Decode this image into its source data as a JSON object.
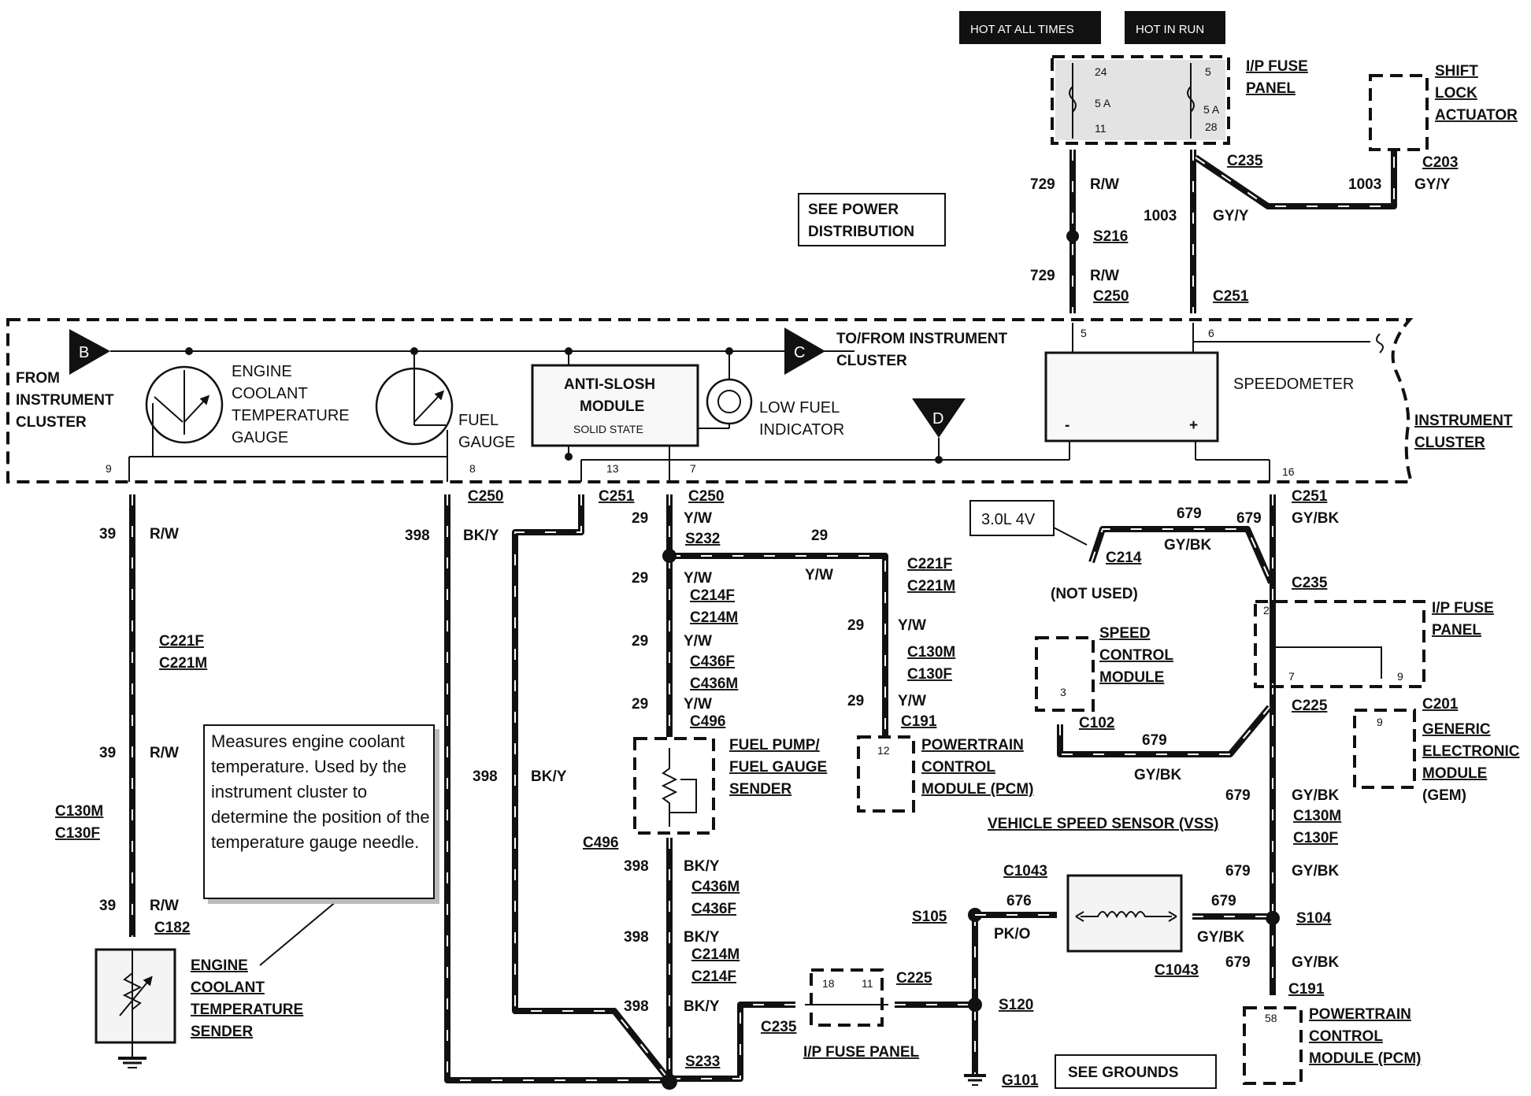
{
  "headers": {
    "hot_at_all_times": "HOT AT ALL TIMES",
    "hot_in_run": "HOT IN RUN"
  },
  "ip_fuse_panel_top": {
    "title_line1": "I/P FUSE",
    "title_line2": "PANEL",
    "fuse_left": {
      "top_pin": "24",
      "rating": "5 A",
      "bottom_pin": "11"
    },
    "fuse_right": {
      "top_pin": "5",
      "rating": "5 A",
      "bottom_pin": "28"
    }
  },
  "shift_lock": {
    "line1": "SHIFT",
    "line2": "LOCK",
    "line3": "ACTUATOR",
    "connector": "C203",
    "circuit": "1003",
    "color": "GY/Y"
  },
  "see_power": {
    "line1": "SEE POWER",
    "line2": "DISTRIBUTION"
  },
  "upper_wires": {
    "c235": "C235",
    "w729_a": "729",
    "rw_a": "R/W",
    "s216": "S216",
    "w729_b": "729",
    "rw_b": "R/W",
    "c250": "C250",
    "w1003": "1003",
    "gyy": "GY/Y",
    "c251": "C251"
  },
  "cluster": {
    "marker_b": "B",
    "marker_c": "C",
    "marker_d": "D",
    "from_line1": "FROM",
    "from_line2": "INSTRUMENT",
    "from_line3": "CLUSTER",
    "to_from_line1": "TO/FROM INSTRUMENT",
    "to_from_line2": "CLUSTER",
    "ect_gauge": [
      "ENGINE",
      "COOLANT",
      "TEMPERATURE",
      "GAUGE"
    ],
    "fuel_gauge": [
      "FUEL",
      "GAUGE"
    ],
    "anti_slosh": [
      "ANTI-SLOSH",
      "MODULE",
      "SOLID STATE"
    ],
    "low_fuel": [
      "LOW FUEL",
      "INDICATOR"
    ],
    "speedometer": "SPEEDOMETER",
    "speedo_minus": "-",
    "speedo_plus": "+",
    "cluster_label": [
      "INSTRUMENT",
      "CLUSTER"
    ],
    "pins": {
      "p9": "9",
      "p8": "8",
      "p13": "13",
      "p7": "7",
      "p16": "16",
      "p5": "5",
      "p6": "6"
    }
  },
  "ect_circuit": {
    "w39a": "39",
    "rw_a": "R/W",
    "c221f": "C221F",
    "c221m": "C221M",
    "w39b": "39",
    "rw_b": "R/W",
    "c130m": "C130M",
    "c130f": "C130F",
    "w39c": "39",
    "rw_c": "R/W",
    "c182": "C182",
    "sender": [
      "ENGINE",
      "COOLANT",
      "TEMPERATURE",
      "SENDER"
    ]
  },
  "note": "Measures engine coolant temperature.  Used by the instrument cluster to determine the position of the temperature gauge needle.",
  "fuel_circuit": {
    "c250": "C250",
    "w398a": "398",
    "bky_a": "BK/Y",
    "w398b": "398",
    "bky_b": "BK/Y",
    "c251": "C251",
    "c250b": "C250",
    "w29a": "29",
    "yw_a": "Y/W",
    "s232": "S232",
    "w29b": "29",
    "yw_b": "Y/W",
    "c214f": "C214F",
    "c214m": "C214M",
    "w29c": "29",
    "yw_c": "Y/W",
    "c436f": "C436F",
    "c436m": "C436M",
    "w29d": "29",
    "yw_d": "Y/W",
    "c496": "C496",
    "sender": [
      "FUEL PUMP/",
      "FUEL GAUGE",
      "SENDER"
    ],
    "c496b": "C496",
    "w398c": "398",
    "bky_c": "BK/Y",
    "c436m_b": "C436M",
    "c436f_b": "C436F",
    "w398d": "398",
    "bky_d": "BK/Y",
    "c214m_b": "C214M",
    "c214f_b": "C214F",
    "w398e": "398",
    "bky_e": "BK/Y",
    "c235": "C235",
    "s233": "S233",
    "w29_top": "29",
    "yw_top": "Y/W",
    "c221f": "C221F",
    "c221m": "C221M",
    "w29e": "29",
    "yw_e": "Y/W",
    "c130m": "C130M",
    "c130f": "C130F",
    "w29f": "29",
    "yw_f": "Y/W",
    "c191": "C191",
    "pcm_pin": "12",
    "pcm": [
      "POWERTRAIN",
      "CONTROL",
      "MODULE (PCM)"
    ]
  },
  "ip_fuse_lower": {
    "pin18": "18",
    "pin11": "11",
    "c225": "C225",
    "label": "I/P FUSE PANEL"
  },
  "grounds": {
    "s105": "S105",
    "s120": "S120",
    "g101": "G101",
    "see_grounds": "SEE GROUNDS"
  },
  "vss_circuit": {
    "engine": "3.0L 4V",
    "w679a": "679",
    "w679b": "679",
    "gybk_a": "GY/BK",
    "c214": "C214",
    "not_used": "(NOT USED)",
    "c251": "C251",
    "gybk_b": "GY/BK",
    "c235": "C235",
    "pin29": "29",
    "fuse_title": [
      "I/P FUSE",
      "PANEL"
    ],
    "pin7": "7",
    "pin9": "9",
    "c225": "C225",
    "c201": "C201",
    "gem": [
      "GENERIC",
      "ELECTRONIC",
      "MODULE",
      "(GEM)"
    ],
    "gem_pin": "9",
    "speed_ctrl": [
      "SPEED",
      "CONTROL",
      "MODULE"
    ],
    "sc_pin": "3",
    "c102": "C102",
    "w679c": "679",
    "gybk_c": "GY/BK",
    "w679d": "679",
    "gybk_d": "GY/BK",
    "c130m": "C130M",
    "c130f": "C130F",
    "vss_label": "VEHICLE SPEED SENSOR (VSS)",
    "w679e": "679",
    "gybk_e": "GY/BK",
    "s104": "S104",
    "c1043a": "C1043",
    "w676": "676",
    "pko": "PK/O",
    "w679f": "679",
    "gybk_f": "GY/BK",
    "c1043b": "C1043",
    "w679g": "679",
    "gybk_g": "GY/BK",
    "c191": "C191",
    "pcm_pin": "58",
    "pcm": [
      "POWERTRAIN",
      "CONTROL",
      "MODULE (PCM)"
    ]
  }
}
